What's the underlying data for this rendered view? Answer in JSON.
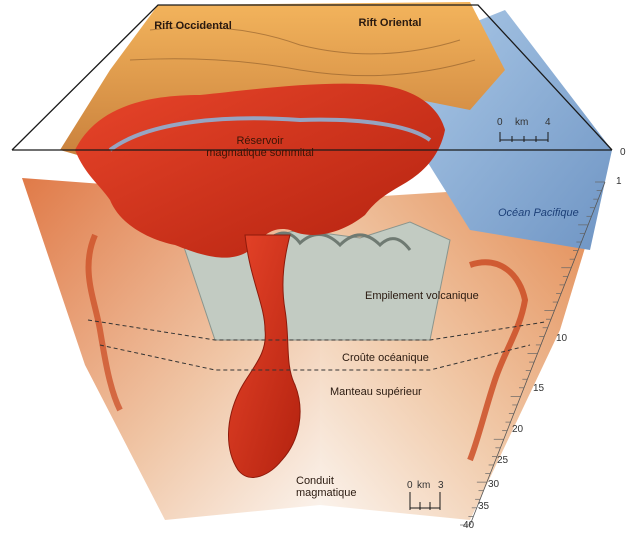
{
  "labels": {
    "rift_occidental": "Rift Occidental",
    "rift_oriental": "Rift Oriental",
    "reservoir": "Réservoir magmatique sommital",
    "ocean": "Océan Pacifique",
    "empilement": "Empilement volcanique",
    "croute": "Croûte océanique",
    "manteau": "Manteau supérieur",
    "conduit": "Conduit magmatique"
  },
  "scale_bar_top": {
    "unit": "km",
    "start": "0",
    "end": "4"
  },
  "scale_bar_bottom": {
    "unit": "km",
    "start": "0",
    "end": "3"
  },
  "depth_ticks": [
    "0",
    "1",
    "10",
    "15",
    "20",
    "25",
    "30",
    "35",
    "40"
  ],
  "colors": {
    "magma": "#d8321a",
    "magma_dark": "#a51e0e",
    "crust_tan": "#d89a5a",
    "ocean_blue": "#8fb4d8",
    "rock_grey": "#b7c0b8"
  }
}
